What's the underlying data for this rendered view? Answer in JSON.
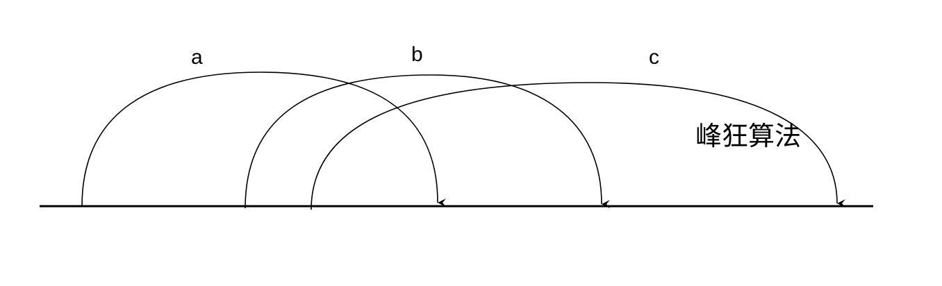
{
  "diagram": {
    "arcs": [
      {
        "label": "a"
      },
      {
        "label": "b"
      },
      {
        "label": "c"
      }
    ],
    "watermark": "峰狂算法",
    "stroke_color": "#000000",
    "background_color": "#ffffff"
  }
}
